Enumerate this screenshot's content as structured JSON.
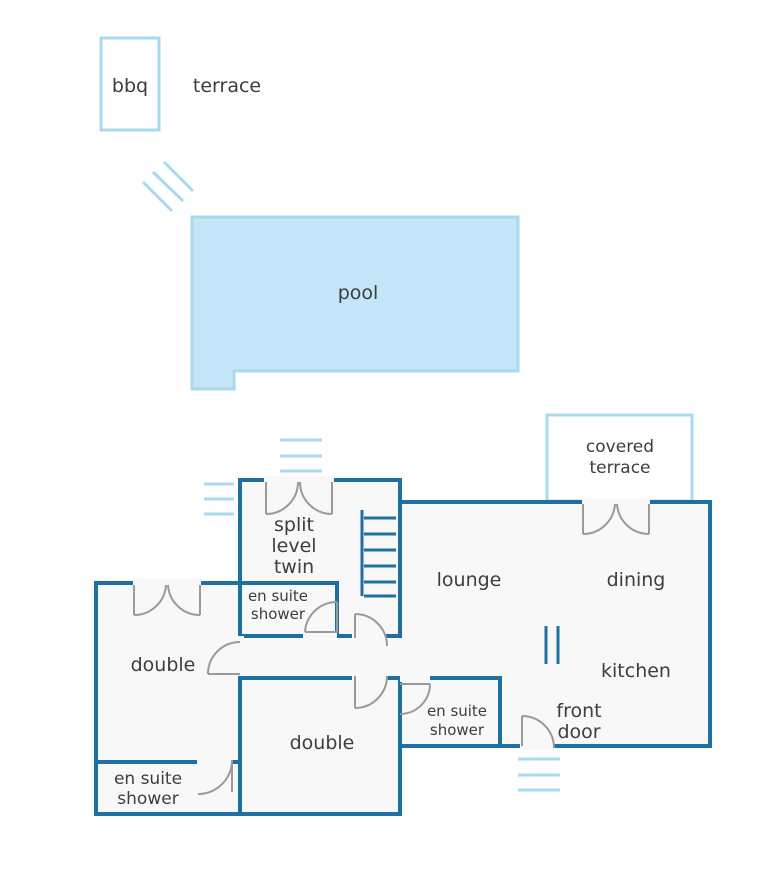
{
  "labels": {
    "bbq": "bbq",
    "terrace": "terrace",
    "pool": "pool",
    "covered_terrace_1": "covered",
    "covered_terrace_2": "terrace",
    "split_1": "split",
    "split_2": "level",
    "split_3": "twin",
    "lounge": "lounge",
    "dining": "dining",
    "kitchen": "kitchen",
    "ensuite_top_1": "en suite",
    "ensuite_top_2": "shower",
    "double_left": "double",
    "ensuite_mid_1": "en suite",
    "ensuite_mid_2": "shower",
    "front_door_1": "front",
    "front_door_2": "door",
    "double_bottom": "double",
    "ensuite_bottom_1": "en suite",
    "ensuite_bottom_2": "shower"
  },
  "colors": {
    "wall": "#1f6fa3",
    "pool_fill": "#c5e5f8",
    "light_outline": "#a9d9ef",
    "floor": "#f8f8f8",
    "door_arc": "#9a9a9a",
    "text": "#3d3d3d"
  }
}
